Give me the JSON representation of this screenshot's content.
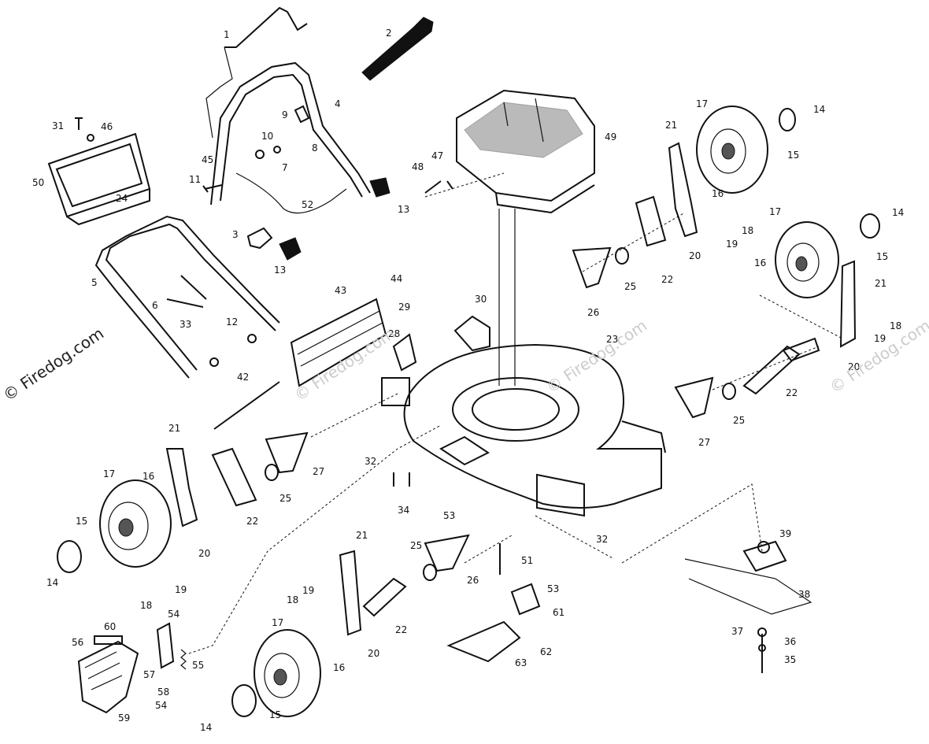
{
  "watermark": {
    "main": "© Firedog.com",
    "faint_1": "© Firedog.com",
    "faint_2": "© Firedog.com",
    "faint_3": "© Firedog.com"
  },
  "callouts": {
    "c1": "1",
    "c2": "2",
    "c3": "3",
    "c4": "4",
    "c5": "5",
    "c6": "6",
    "c7": "7",
    "c8": "8",
    "c9": "9",
    "c10": "10",
    "c11": "11",
    "c12": "12",
    "c13a": "13",
    "c13b": "13",
    "c14a": "14",
    "c14b": "14",
    "c14c": "14",
    "c14d": "14",
    "c15a": "15",
    "c15b": "15",
    "c15c": "15",
    "c15d": "15",
    "c16a": "16",
    "c16b": "16",
    "c16c": "16",
    "c16d": "16",
    "c17a": "17",
    "c17b": "17",
    "c17c": "17",
    "c17d": "17",
    "c18a": "18",
    "c18b": "18",
    "c18c": "18",
    "c18d": "18",
    "c19a": "19",
    "c19b": "19",
    "c19c": "19",
    "c19d": "19",
    "c20a": "20",
    "c20b": "20",
    "c20c": "20",
    "c20d": "20",
    "c21a": "21",
    "c21b": "21",
    "c21c": "21",
    "c21d": "21",
    "c22a": "22",
    "c22b": "22",
    "c22c": "22",
    "c22d": "22",
    "c23": "23",
    "c24": "24",
    "c25a": "25",
    "c25b": "25",
    "c25c": "25",
    "c25d": "25",
    "c26a": "26",
    "c26b": "26",
    "c27a": "27",
    "c27b": "27",
    "c28": "28",
    "c29": "29",
    "c30": "30",
    "c31": "31",
    "c32a": "32",
    "c32b": "32",
    "c33": "33",
    "c34": "34",
    "c35": "35",
    "c36": "36",
    "c37": "37",
    "c38": "38",
    "c39": "39",
    "c42": "42",
    "c43": "43",
    "c44": "44",
    "c45": "45",
    "c46": "46",
    "c47": "47",
    "c48": "48",
    "c49": "49",
    "c50": "50",
    "c51": "51",
    "c52": "52",
    "c53a": "53",
    "c53b": "53",
    "c54a": "54",
    "c54b": "54",
    "c55": "55",
    "c56": "56",
    "c57": "57",
    "c58": "58",
    "c59": "59",
    "c60": "60",
    "c61": "61",
    "c62": "62",
    "c63": "63"
  }
}
